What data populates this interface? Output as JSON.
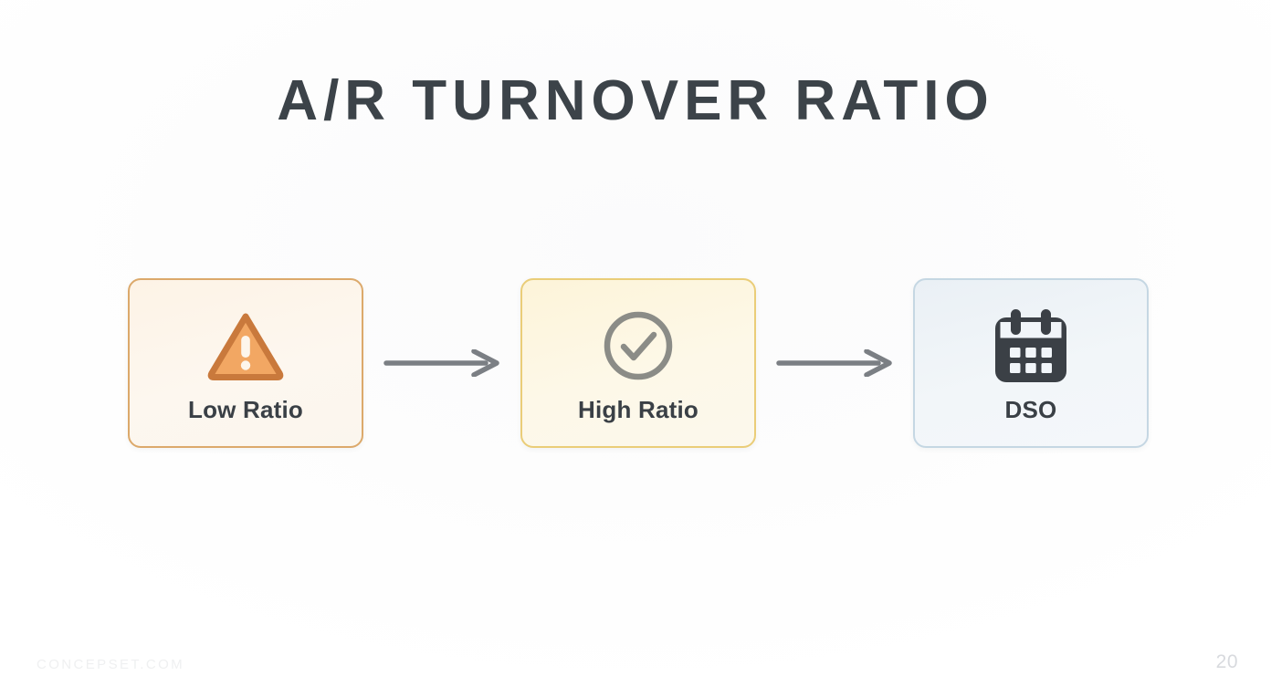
{
  "slide": {
    "title": "A/R TURNOVER RATIO",
    "background_color": "#ffffff",
    "title_color": "#3c4349"
  },
  "flow": {
    "steps": [
      {
        "id": "low-ratio",
        "label": "Low Ratio",
        "icon": "warning-triangle-icon",
        "background_color": "#fdf6ec",
        "border_color": "#dca96b",
        "icon_color": "#f0a35e",
        "icon_stroke_color": "#c9793c"
      },
      {
        "id": "high-ratio",
        "label": "High Ratio",
        "icon": "check-circle-icon",
        "background_color": "#fdf8e8",
        "border_color": "#eacd78",
        "icon_color": "#8b8c87",
        "icon_stroke_color": "#8b8c87"
      },
      {
        "id": "dso",
        "label": "DSO",
        "icon": "calendar-icon",
        "background_color": "#f1f5f9",
        "border_color": "#c5d7e3",
        "icon_color": "#3b4046",
        "icon_stroke_color": "#3b4046"
      }
    ],
    "connectors": [
      {
        "id": "arrow-1",
        "icon": "arrow-right-icon",
        "color": "#7b7f84"
      },
      {
        "id": "arrow-2",
        "icon": "arrow-right-icon",
        "color": "#7b7f84"
      }
    ]
  },
  "footer": {
    "watermark": "CONCEPSET.COM",
    "page_number": "20"
  }
}
